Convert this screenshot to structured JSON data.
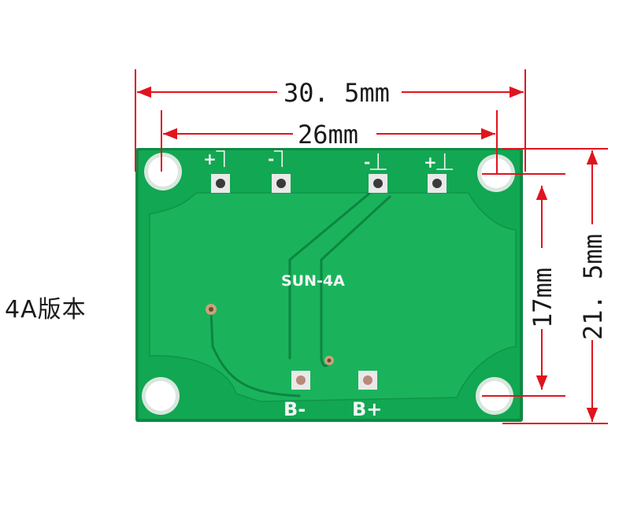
{
  "board": {
    "silkscreen_label": "SUN-4A",
    "pad_labels": {
      "out_pos": "+⏋",
      "out_neg": "-⏋",
      "in_neg": "-⏊",
      "in_pos": "+⏊",
      "bat_neg": "B-",
      "bat_pos": "B+"
    },
    "board_color": "#12a752",
    "silk_color": "#f4f4f4"
  },
  "dimensions": {
    "width_outer": "30. 5mm",
    "width_holes": "26mm",
    "height_outer": "21. 5mm",
    "height_holes": "17mm",
    "line_color": "#e0141e"
  },
  "version_label": "4A版本"
}
